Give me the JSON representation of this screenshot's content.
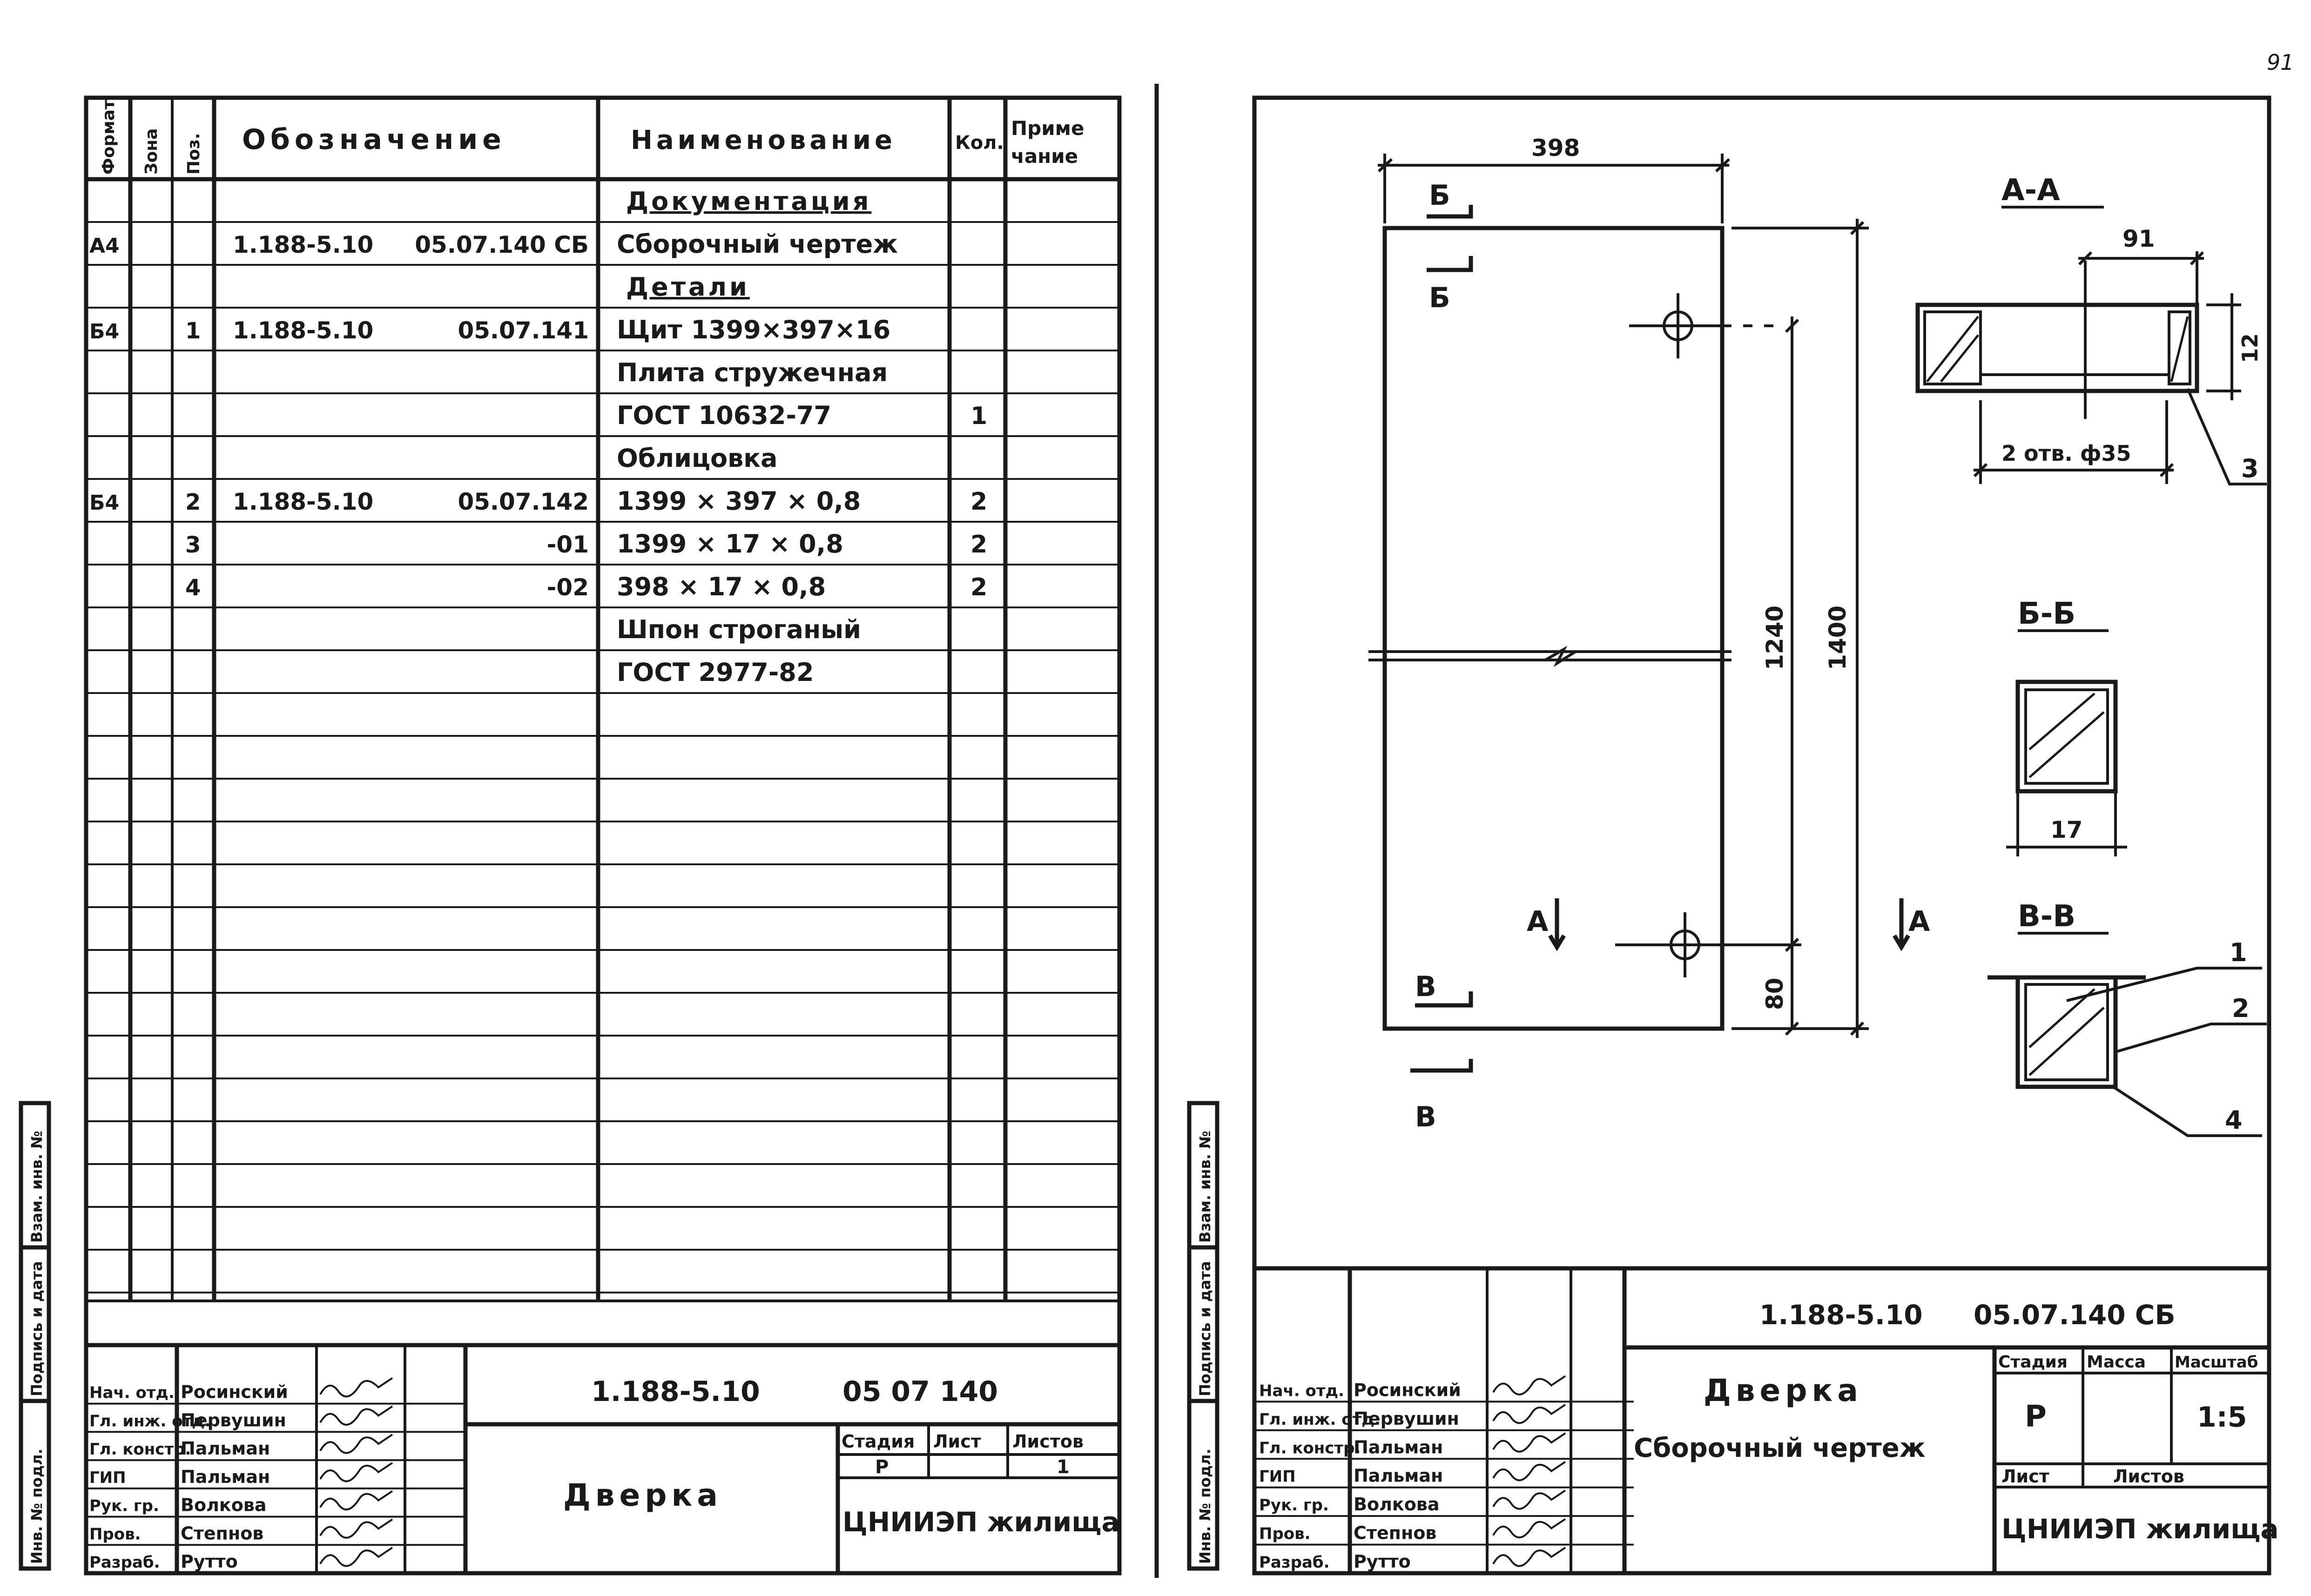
{
  "page_number": "91",
  "spec": {
    "headers": {
      "format": "Формат",
      "zone": "Зона",
      "pos": "Поз.",
      "designation": "Обозначение",
      "name": "Наименование",
      "qty": "Кол.",
      "note_line1": "Приме",
      "note_line2": "чание"
    },
    "rows": [
      {
        "format": "",
        "zone": "",
        "pos": "",
        "code": "",
        "suffix": "",
        "name": "Документация",
        "qty": "",
        "section": true
      },
      {
        "format": "А4",
        "zone": "",
        "pos": "",
        "code": "1.188-5.10",
        "suffix": "05.07.140 СБ",
        "name": "Сборочный чертеж",
        "qty": ""
      },
      {
        "format": "",
        "zone": "",
        "pos": "",
        "code": "",
        "suffix": "",
        "name": "Детали",
        "qty": "",
        "section": true
      },
      {
        "format": "Б4",
        "zone": "",
        "pos": "1",
        "code": "1.188-5.10",
        "suffix": "05.07.141",
        "name": "Щит 1399×397×16",
        "qty": ""
      },
      {
        "format": "",
        "zone": "",
        "pos": "",
        "code": "",
        "suffix": "",
        "name": "Плита стружечная",
        "qty": ""
      },
      {
        "format": "",
        "zone": "",
        "pos": "",
        "code": "",
        "suffix": "",
        "name": "ГОСТ 10632-77",
        "qty": "1"
      },
      {
        "format": "",
        "zone": "",
        "pos": "",
        "code": "",
        "suffix": "",
        "name": "Облицовка",
        "qty": ""
      },
      {
        "format": "Б4",
        "zone": "",
        "pos": "2",
        "code": "1.188-5.10",
        "suffix": "05.07.142",
        "name": "1399 × 397 × 0,8",
        "qty": "2"
      },
      {
        "format": "",
        "zone": "",
        "pos": "3",
        "code": "",
        "suffix": "-01",
        "name": "1399 × 17 × 0,8",
        "qty": "2"
      },
      {
        "format": "",
        "zone": "",
        "pos": "4",
        "code": "",
        "suffix": "-02",
        "name": "398 × 17 × 0,8",
        "qty": "2"
      },
      {
        "format": "",
        "zone": "",
        "pos": "",
        "code": "",
        "suffix": "",
        "name": "Шпон строганый",
        "qty": ""
      },
      {
        "format": "",
        "zone": "",
        "pos": "",
        "code": "",
        "suffix": "",
        "name": "ГОСТ 2977-82",
        "qty": ""
      }
    ],
    "side_labels": [
      "Инв. № подл.",
      "Подпись и дата",
      "Взам. инв. №"
    ],
    "title_block": {
      "code": "1.188-5.10",
      "doc": "05 07 140",
      "title": "Дверка",
      "stage_label": "Стадия",
      "stage": "Р",
      "sheet_label": "Лист",
      "sheet_no": "",
      "sheets_label": "Листов",
      "sheets": "1",
      "org": "ЦНИИЭП жилища",
      "people": [
        {
          "role": "Нач. отд.",
          "name": "Росинский"
        },
        {
          "role": "Гл. инж. отд.",
          "name": "Первушин"
        },
        {
          "role": "Гл. констр.",
          "name": "Пальман"
        },
        {
          "role": "ГИП",
          "name": "Пальман"
        },
        {
          "role": "Рук. гр.",
          "name": "Волкова"
        },
        {
          "role": "Пров.",
          "name": "Степнов"
        },
        {
          "role": "Разраб.",
          "name": "Рутто"
        }
      ]
    }
  },
  "drawing": {
    "dims": {
      "width_398": "398",
      "height_1400": "1400",
      "hole_1240": "1240",
      "edge_80": "80",
      "aa_91": "91",
      "aa_12": "12",
      "holes_note": "2 отв. ф35",
      "bb_17": "17"
    },
    "section_labels": {
      "a": "А",
      "b": "Б",
      "v": "В",
      "aa": "А-А",
      "bb": "Б-Б",
      "vv": "В-В"
    },
    "callouts": [
      "1",
      "2",
      "3",
      "4"
    ],
    "side_labels": [
      "Инв. № подл.",
      "Подпись и дата",
      "Взам. инв. №"
    ],
    "title_block": {
      "code": "1.188-5.10",
      "doc": "05.07.140 СБ",
      "title_line1": "Дверка",
      "title_line2": "Сборочный чертеж",
      "stage_label": "Стадия",
      "mass_label": "Масса",
      "scale_label": "Масштаб",
      "stage": "Р",
      "mass": "",
      "scale": "1:5",
      "sheet_label": "Лист",
      "sheets_label": "Листов",
      "org": "ЦНИИЭП жилища",
      "people": [
        {
          "role": "Нач. отд.",
          "name": "Росинский"
        },
        {
          "role": "Гл. инж. отд.",
          "name": "Первушин"
        },
        {
          "role": "Гл. констр.",
          "name": "Пальман"
        },
        {
          "role": "ГИП",
          "name": "Пальман"
        },
        {
          "role": "Рук. гр.",
          "name": "Волкова"
        },
        {
          "role": "Пров.",
          "name": "Степнов"
        },
        {
          "role": "Разраб.",
          "name": "Рутто"
        }
      ]
    }
  }
}
